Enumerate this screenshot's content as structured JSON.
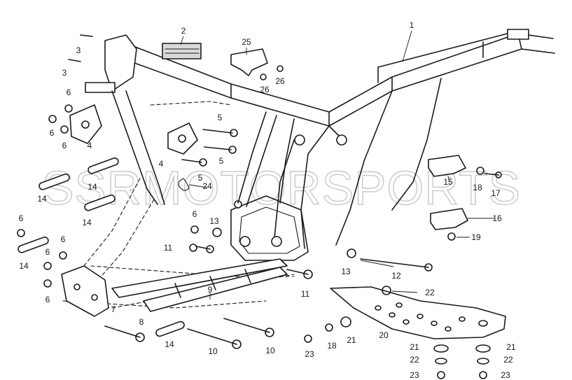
{
  "watermark": {
    "text": "SSRMOTORSPORTS",
    "color": "#c9c9c9"
  },
  "colors": {
    "line": "#1a1a1a",
    "background": "#ffffff"
  },
  "callouts": [
    {
      "label": "1"
    },
    {
      "label": "2"
    },
    {
      "label": "3"
    },
    {
      "label": "3"
    },
    {
      "label": "25"
    },
    {
      "label": "26"
    },
    {
      "label": "26"
    },
    {
      "label": "6"
    },
    {
      "label": "6"
    },
    {
      "label": "6"
    },
    {
      "label": "4"
    },
    {
      "label": "4"
    },
    {
      "label": "5"
    },
    {
      "label": "5"
    },
    {
      "label": "5"
    },
    {
      "label": "24"
    },
    {
      "label": "14"
    },
    {
      "label": "14"
    },
    {
      "label": "14"
    },
    {
      "label": "14"
    },
    {
      "label": "14"
    },
    {
      "label": "6"
    },
    {
      "label": "6"
    },
    {
      "label": "6"
    },
    {
      "label": "6"
    },
    {
      "label": "6"
    },
    {
      "label": "13"
    },
    {
      "label": "13"
    },
    {
      "label": "11"
    },
    {
      "label": "11"
    },
    {
      "label": "12"
    },
    {
      "label": "9"
    },
    {
      "label": "7"
    },
    {
      "label": "8"
    },
    {
      "label": "10"
    },
    {
      "label": "10"
    },
    {
      "label": "15"
    },
    {
      "label": "18"
    },
    {
      "label": "17"
    },
    {
      "label": "16"
    },
    {
      "label": "19"
    },
    {
      "label": "22"
    },
    {
      "label": "20"
    },
    {
      "label": "21"
    },
    {
      "label": "18"
    },
    {
      "label": "23"
    },
    {
      "label": "21"
    },
    {
      "label": "22"
    },
    {
      "label": "23"
    },
    {
      "label": "21"
    },
    {
      "label": "22"
    },
    {
      "label": "23"
    }
  ]
}
